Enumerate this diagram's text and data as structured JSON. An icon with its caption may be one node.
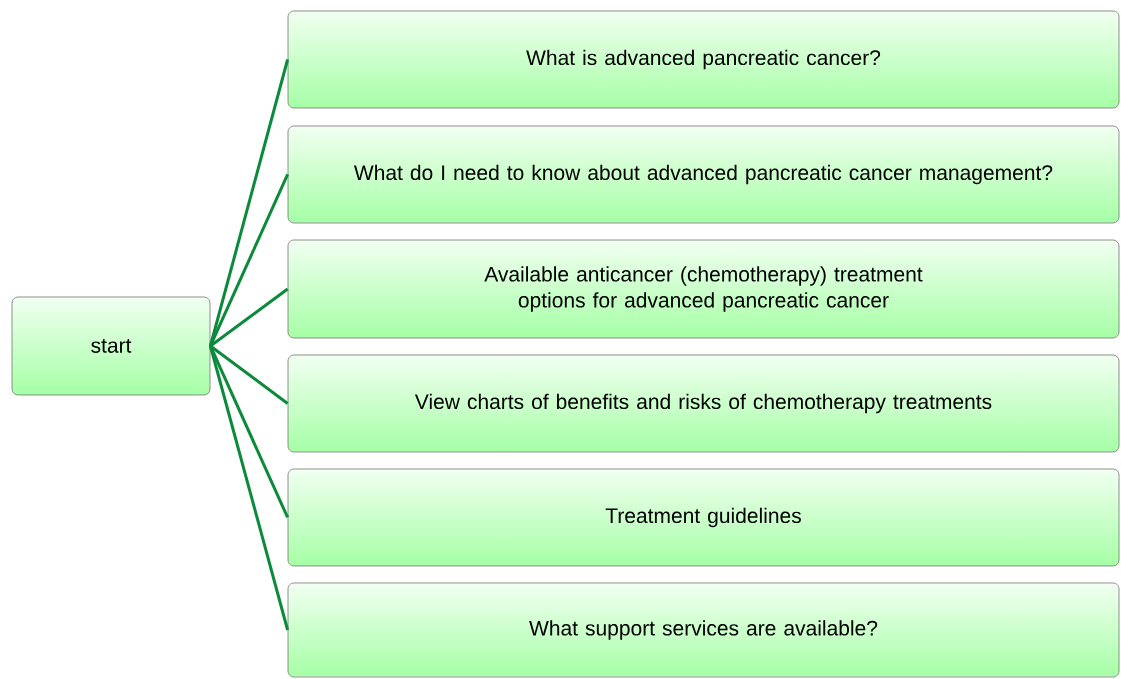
{
  "diagram": {
    "nodes": [
      {
        "text": [
          "start"
        ]
      },
      {
        "text": [
          "What is advanced pancreatic cancer?"
        ]
      },
      {
        "text": [
          "What do I need to know about advanced pancreatic cancer management?"
        ]
      },
      {
        "text": [
          "Available anticancer (chemotherapy) treatment options for advanced pancreatic cancer"
        ]
      },
      {
        "text": [
          "View charts of benefits and risks of chemotherapy treatments"
        ]
      },
      {
        "text": [
          "Treatment guidelines"
        ]
      },
      {
        "text": [
          "What support services are available?"
        ]
      }
    ],
    "edges": [
      {
        "from": 0,
        "to": 1,
        "arrow": "none"
      },
      {
        "from": 0,
        "to": 2,
        "arrow": "none"
      },
      {
        "from": 0,
        "to": 3,
        "arrow": "none"
      },
      {
        "from": 0,
        "to": 4,
        "arrow": "none"
      },
      {
        "from": 0,
        "to": 5,
        "arrow": "none"
      },
      {
        "from": 0,
        "to": 6,
        "arrow": "none"
      }
    ]
  }
}
